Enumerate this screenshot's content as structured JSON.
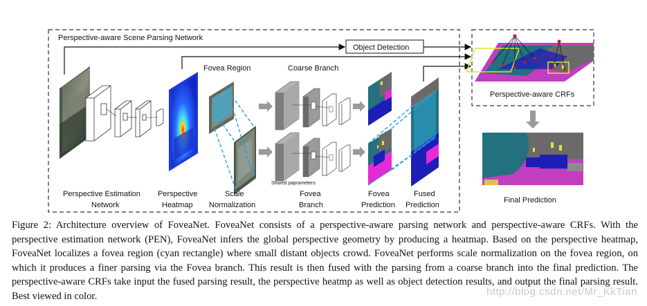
{
  "diagram": {
    "network_title": "Perspective-aware Scene Parsing Network",
    "object_detection": "Object Detection",
    "fovea_region": "Fovea Region",
    "coarse_branch": "Coarse Branch",
    "shared_parameters": "Shared paprameters",
    "perspective_crfs": "Perspective-aware CRFs",
    "final_prediction": "Final Prediction",
    "pen_label_line1": "Perspective Estimation",
    "pen_label_line2": "Network",
    "heatmap_label_line1": "Perspective",
    "heatmap_label_line2": "Heatmap",
    "scale_label_line1": "Scale",
    "scale_label_line2": "Normalization",
    "fovea_branch_line1": "Fovea",
    "fovea_branch_line2": "Branch",
    "fovea_pred_line1": "Fovea",
    "fovea_pred_line2": "Prediction",
    "fused_pred_line1": "Fused",
    "fused_pred_line2": "Prediction"
  },
  "caption": {
    "figure_label": "Figure 2:",
    "text": "Architecture overview of FoveaNet. FoveaNet consists of a perspective-aware parsing network and perspective-aware CRFs. With the perspective estimation network (PEN), FoveaNet infers the global perspective geometry by producing a heatmap. Based on the perspective heatmap, FoveaNet localizes a fovea region (cyan rectangle) where small distant objects crowd. FoveaNet performs scale normalization on the fovea region, on which it produces a finer parsing via the Fovea branch. This result is then fused with the parsing from a coarse branch into the final prediction. The perspective-aware CRFs take input the fused parsing result, the perspective heatmp as well as object detection results, and output the final parsing result. Best viewed in color."
  },
  "watermark": "http://blog.csdn.net/Mr_KkTian",
  "colors": {
    "cyan": "#1aa3e0",
    "magenta": "#e62ad6",
    "teal": "#23707f",
    "navy": "#1d1db8",
    "yellow": "#e6e233",
    "heat_blue": "#1f3ad8",
    "gray_arrow": "#9a9a9a"
  }
}
